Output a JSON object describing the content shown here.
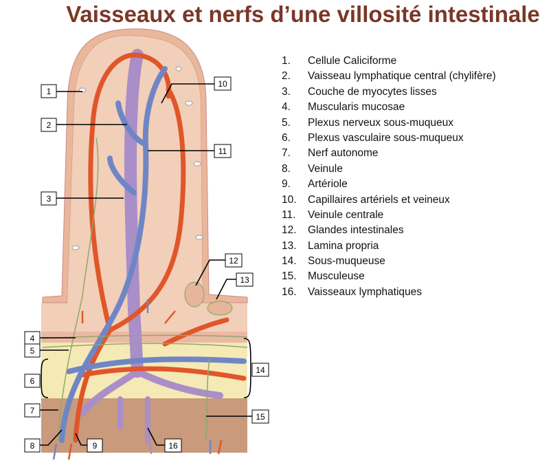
{
  "title": "Vaisseaux et nerfs d’une villosité intestinale",
  "legend": [
    {
      "num": "1.",
      "text": "Cellule Caliciforme"
    },
    {
      "num": "2.",
      "text": "Vaisseau lymphatique central (chylifère)"
    },
    {
      "num": "3.",
      "text": "Couche de myocytes lisses"
    },
    {
      "num": "4.",
      "text": "Muscularis mucosae"
    },
    {
      "num": "5.",
      "text": "Plexus nerveux sous-muqueux"
    },
    {
      "num": "6.",
      "text": "Plexus vasculaire sous-muqueux"
    },
    {
      "num": "7.",
      "text": "Nerf autonome"
    },
    {
      "num": "8.",
      "text": "Veinule"
    },
    {
      "num": "9.",
      "text": "Artériole"
    },
    {
      "num": "10.",
      "text": "Capillaires artériels et veineux"
    },
    {
      "num": "11.",
      "text": "Veinule centrale"
    },
    {
      "num": "12.",
      "text": "Glandes intestinales"
    },
    {
      "num": "13.",
      "text": "Lamina propria"
    },
    {
      "num": "14.",
      "text": "Sous-muqueuse"
    },
    {
      "num": "15.",
      "text": "Musculeuse"
    },
    {
      "num": "16.",
      "text": "Vaisseaux lymphatiques"
    }
  ],
  "labels": {
    "l1": "1",
    "l2": "2",
    "l3": "3",
    "l4": "4",
    "l5": "5",
    "l6": "6",
    "l7": "7",
    "l8": "8",
    "l9": "9",
    "l10": "10",
    "l11": "11",
    "l12": "12",
    "l13": "13",
    "l14": "14",
    "l15": "15",
    "l16": "16"
  },
  "colors": {
    "title": "#7a3728",
    "artery": "#e0562a",
    "vein": "#6f86c6",
    "lymph": "#a98ec8",
    "nerve": "#8fa86a",
    "mucosa": "#f2cfb8",
    "submucosa": "#f5e9b5",
    "muscularis": "#c99a7c"
  }
}
